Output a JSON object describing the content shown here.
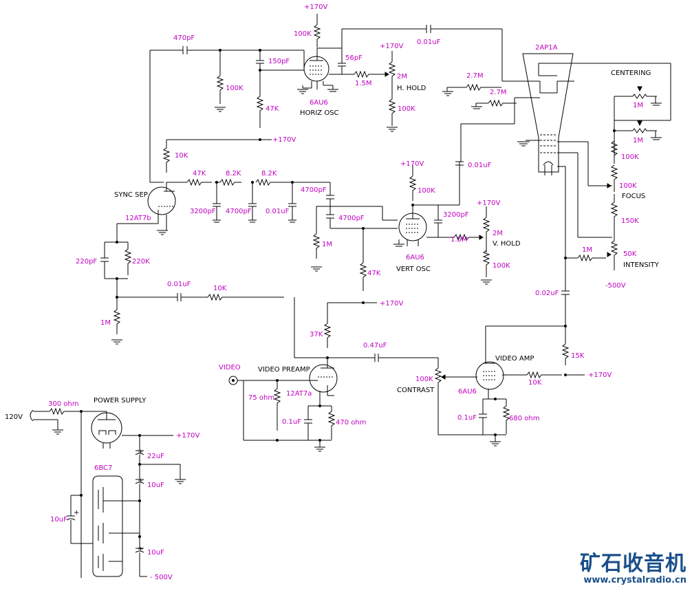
{
  "labels": {
    "plus170_top": "+170V",
    "r_100k_plate": "100K",
    "c_470pf": "470pF",
    "c_150pf": "150pF",
    "c_56pf": "56pF",
    "c_001_top": "0.01uF",
    "r_100k_left": "100K",
    "r_47k_grid": "47K",
    "r_15m_h": "1.5M",
    "hold_plus170": "+170V",
    "r_2m_h": "2M",
    "h_hold": "H. HOLD",
    "r_100k_h": "100K",
    "tube_6au6_h": "6AU6",
    "horiz_osc": "HORIZ OSC",
    "plus170_mid": "+170V",
    "r_27m_a": "2.7M",
    "r_27m_b": "2.7M",
    "crt": "2AP1A",
    "centering": "CENTERING",
    "r_1m_c1": "1M",
    "r_1m_c2": "1M",
    "r_100k_crt": "100K",
    "r_100k_focus": "100K",
    "focus": "FOCUS",
    "r_150k": "150K",
    "r_50k": "50K",
    "intensity": "INTENSITY",
    "minus500_right": "-500V",
    "r_1m_int": "1M",
    "r_10k_sync": "10K",
    "r_47k_chain": "47K",
    "r_82k_a": "8.2K",
    "r_82k_b": "8.2K",
    "sync_sep": "SYNC SEP",
    "tube_12at7b": "12AT7b",
    "c_3200pf_a": "3200pF",
    "c_4700pf_a": "4700pF",
    "c_001_chain": "0.01uF",
    "c_4700pf_b": "4700pF",
    "c_4700pf_c": "4700pF",
    "r_1m_vert": "1M",
    "vert_plus170": "+170V",
    "r_100k_vplate": "100K",
    "c_001_vert": "0.01uF",
    "c_3200pf_b": "3200pF",
    "r_15m_v": "1.5M",
    "vhold_plus170": "+170V",
    "r_2m_v": "2M",
    "v_hold": "V. HOLD",
    "r_100k_v": "100K",
    "tube_6au6_v": "6AU6",
    "vert_osc": "VERT OSC",
    "c_220pf": "220pF",
    "r_220k": "220K",
    "r_1m_sync": "1M",
    "c_001_in": "0.01uF",
    "r_10k_in": "10K",
    "r_47k_vert": "47K",
    "plus170_vid": "+170V",
    "r_37k": "37K",
    "c_047uf": "0.47uF",
    "c_002uf": "0.02uF",
    "r_15k": "15K",
    "video": "VIDEO",
    "video_preamp": "VIDEO PREAMP",
    "r_75ohm": "75 ohm",
    "tube_12at7a": "12AT7a",
    "c_01uf_pre": "0.1uF",
    "r_470ohm": "470 ohm",
    "r_100k_contrast": "100K",
    "contrast": "CONTRAST",
    "video_amp": "VIDEO AMP",
    "tube_6au6_amp": "6AU6",
    "r_10k_amp": "10K",
    "plus170_amp": "+170V",
    "c_01uf_amp": "0.1uF",
    "r_680ohm": "680 ohm",
    "v120": "120V",
    "r_300ohm": "300 ohm",
    "power_supply": "POWER SUPPLY",
    "plus170_ps": "+170V",
    "c_22uf": "22uF",
    "c_10uf_a": "10uF",
    "tube_6bc7": "6BC7",
    "c_10uf_b": "10uF",
    "c_10uf_c": "10uF",
    "minus500_ps": "- 500V"
  },
  "watermark": {
    "chinese": "矿石收音机",
    "url": "www.crystalradio.cn"
  },
  "colors": {
    "label": "#c000c0",
    "text": "#000000",
    "watermark": "#1a4f8a"
  }
}
